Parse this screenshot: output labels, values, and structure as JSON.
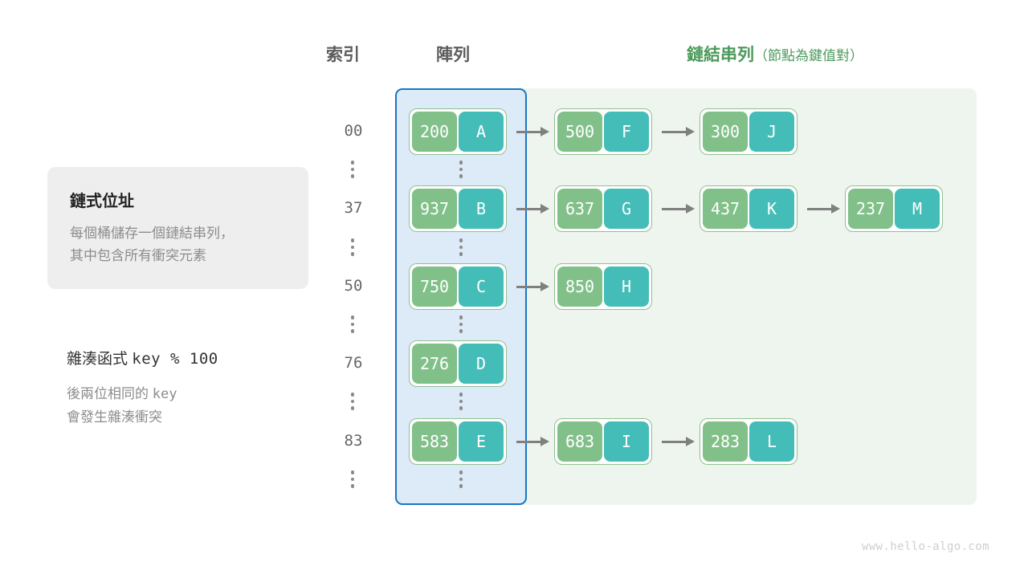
{
  "headers": {
    "index": "索引",
    "array": "陣列",
    "list": "鏈結串列",
    "list_note": "（節點為鍵值對）"
  },
  "info_card": {
    "title": "鏈式位址",
    "line1": "每個桶儲存一個鏈結串列，",
    "line2": "其中包含所有衝突元素"
  },
  "hash": {
    "label": "雜湊函式",
    "expression": "key % 100",
    "desc_line1_text": "後兩位相同的",
    "desc_line1_mono": "key",
    "desc_line2": "會發生雜湊衝突"
  },
  "colors": {
    "key_box": "#82c08a",
    "value_box": "#44bdb8",
    "node_border": "#8fc08f",
    "array_bg": "#dcebf7",
    "array_border": "#1677c4",
    "list_bg": "#eef5ee",
    "accent_green": "#4c9a5b",
    "arrow": "#808080",
    "index_text": "#666666"
  },
  "buckets": [
    {
      "index": "00",
      "nodes": [
        {
          "key": "200",
          "value": "A"
        },
        {
          "key": "500",
          "value": "F"
        },
        {
          "key": "300",
          "value": "J"
        }
      ]
    },
    {
      "index": "37",
      "nodes": [
        {
          "key": "937",
          "value": "B"
        },
        {
          "key": "637",
          "value": "G"
        },
        {
          "key": "437",
          "value": "K"
        },
        {
          "key": "237",
          "value": "M"
        }
      ]
    },
    {
      "index": "50",
      "nodes": [
        {
          "key": "750",
          "value": "C"
        },
        {
          "key": "850",
          "value": "H"
        }
      ]
    },
    {
      "index": "76",
      "nodes": [
        {
          "key": "276",
          "value": "D"
        }
      ]
    },
    {
      "index": "83",
      "nodes": [
        {
          "key": "583",
          "value": "E"
        },
        {
          "key": "683",
          "value": "I"
        },
        {
          "key": "283",
          "value": "L"
        }
      ]
    }
  ],
  "ellipsis_count": 5,
  "watermark": "www.hello-algo.com"
}
